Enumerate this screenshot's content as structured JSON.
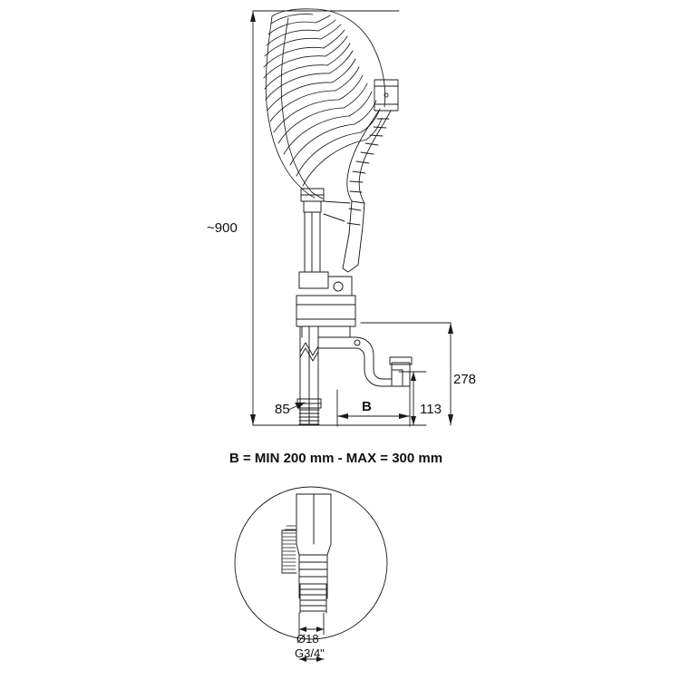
{
  "diagram": {
    "title": "Pre-rinse spray unit technical drawing",
    "labels": {
      "height_overall": "~900",
      "dim_278": "278",
      "dim_113": "113",
      "dim_85": "85",
      "dim_b": "B",
      "note_b": "B = MIN 200 mm - MAX = 300 mm",
      "diameter": "Ø18",
      "thread": "G3/4\""
    },
    "colors": {
      "line": "#1a1a1a",
      "background": "#ffffff"
    }
  }
}
